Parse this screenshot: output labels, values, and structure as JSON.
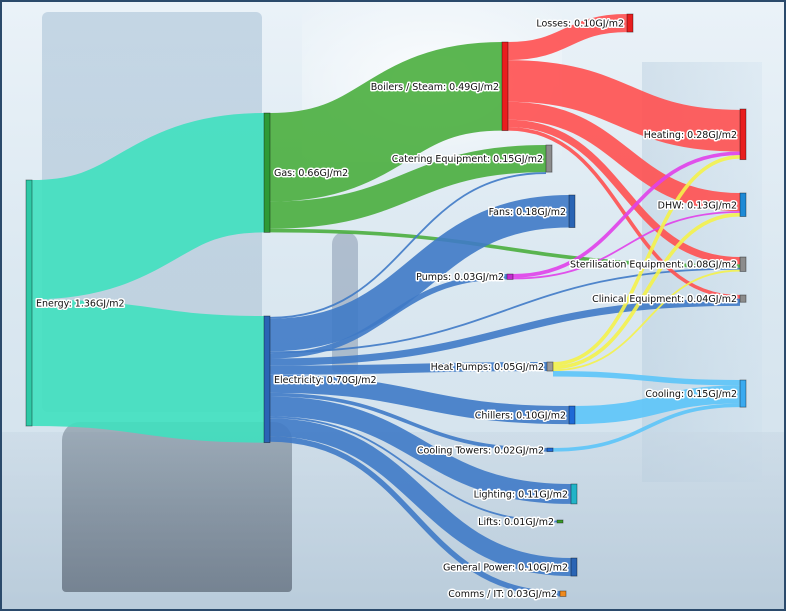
{
  "chart_data": {
    "type": "sankey",
    "unit": "GJ/m2",
    "nodes": [
      {
        "id": "energy",
        "name": "Energy",
        "value": 1.36,
        "label": "Energy: 1.36GJ/m2",
        "color": "#2ec9a6"
      },
      {
        "id": "gas",
        "name": "Gas",
        "value": 0.66,
        "label": "Gas: 0.66GJ/m2",
        "color": "#2e9a36"
      },
      {
        "id": "electricity",
        "name": "Electricity",
        "value": 0.7,
        "label": "Electricity: 0.70GJ/m2",
        "color": "#2a64b4"
      },
      {
        "id": "boilers",
        "name": "Boilers / Steam",
        "value": 0.49,
        "label": "Boilers / Steam: 0.49GJ/m2",
        "color": "#e81e1e"
      },
      {
        "id": "catering",
        "name": "Catering Equipment",
        "value": 0.15,
        "label": "Catering Equipment: 0.15GJ/m2",
        "color": "#8c8c8c"
      },
      {
        "id": "fans",
        "name": "Fans",
        "value": 0.18,
        "label": "Fans: 0.18GJ/m2",
        "color": "#2a64b4"
      },
      {
        "id": "pumps",
        "name": "Pumps",
        "value": 0.03,
        "label": "Pumps: 0.03GJ/m2",
        "color": "#c42ad0"
      },
      {
        "id": "heatpumps",
        "name": "Heat Pumps",
        "value": 0.05,
        "label": "Heat Pumps: 0.05GJ/m2",
        "color": "#9a9a9a"
      },
      {
        "id": "chillers",
        "name": "Chillers",
        "value": 0.1,
        "label": "Chillers: 0.10GJ/m2",
        "color": "#1e6ad6"
      },
      {
        "id": "coolingtowers",
        "name": "Cooling Towers",
        "value": 0.02,
        "label": "Cooling Towers: 0.02GJ/m2",
        "color": "#1e6ad6"
      },
      {
        "id": "lighting",
        "name": "Lighting",
        "value": 0.11,
        "label": "Lighting: 0.11GJ/m2",
        "color": "#22b4c8"
      },
      {
        "id": "lifts",
        "name": "Lifts",
        "value": 0.01,
        "label": "Lifts: 0.01GJ/m2",
        "color": "#3a9a2a"
      },
      {
        "id": "generalpower",
        "name": "General Power",
        "value": 0.1,
        "label": "General Power: 0.10GJ/m2",
        "color": "#2a64b4"
      },
      {
        "id": "comms",
        "name": "Comms / IT",
        "value": 0.03,
        "label": "Comms / IT: 0.03GJ/m2",
        "color": "#f08a1e"
      },
      {
        "id": "losses",
        "name": "Losses",
        "value": 0.1,
        "label": "Losses: 0.10GJ/m2",
        "color": "#e81e1e"
      },
      {
        "id": "heating",
        "name": "Heating",
        "value": 0.28,
        "label": "Heating: 0.28GJ/m2",
        "color": "#e81e1e"
      },
      {
        "id": "dhw",
        "name": "DHW",
        "value": 0.13,
        "label": "DHW: 0.13GJ/m2",
        "color": "#1e8ad6"
      },
      {
        "id": "sterilisation",
        "name": "Sterilisation Equipment",
        "value": 0.08,
        "label": "Sterilisation Equipment: 0.08GJ/m2",
        "color": "#8c8c8c"
      },
      {
        "id": "clinical",
        "name": "Clinical Equipment",
        "value": 0.04,
        "label": "Clinical Equipment: 0.04GJ/m2",
        "color": "#8c8c8c"
      },
      {
        "id": "cooling",
        "name": "Cooling",
        "value": 0.15,
        "label": "Cooling: 0.15GJ/m2",
        "color": "#3aaaf0"
      }
    ],
    "links": [
      {
        "source": "energy",
        "target": "gas",
        "value": 0.66,
        "color": "#3fe0bf"
      },
      {
        "source": "energy",
        "target": "electricity",
        "value": 0.7,
        "color": "#3fe0bf"
      },
      {
        "source": "gas",
        "target": "boilers",
        "value": 0.49,
        "color": "#4aae3e"
      },
      {
        "source": "gas",
        "target": "catering",
        "value": 0.15,
        "color": "#4aae3e"
      },
      {
        "source": "gas",
        "target": "sterilisation",
        "value": 0.02,
        "color": "#4aae3e"
      },
      {
        "source": "electricity",
        "target": "fans",
        "value": 0.18,
        "color": "#3f7ac6"
      },
      {
        "source": "electricity",
        "target": "pumps",
        "value": 0.03,
        "color": "#3f7ac6"
      },
      {
        "source": "electricity",
        "target": "catering",
        "value": 0.01,
        "color": "#3f7ac6"
      },
      {
        "source": "electricity",
        "target": "sterilisation",
        "value": 0.01,
        "color": "#3f7ac6"
      },
      {
        "source": "electricity",
        "target": "clinical",
        "value": 0.04,
        "color": "#3f7ac6"
      },
      {
        "source": "electricity",
        "target": "heatpumps",
        "value": 0.05,
        "color": "#3f7ac6"
      },
      {
        "source": "electricity",
        "target": "chillers",
        "value": 0.1,
        "color": "#3f7ac6"
      },
      {
        "source": "electricity",
        "target": "coolingtowers",
        "value": 0.02,
        "color": "#3f7ac6"
      },
      {
        "source": "electricity",
        "target": "lighting",
        "value": 0.11,
        "color": "#3f7ac6"
      },
      {
        "source": "electricity",
        "target": "lifts",
        "value": 0.01,
        "color": "#3f7ac6"
      },
      {
        "source": "electricity",
        "target": "generalpower",
        "value": 0.1,
        "color": "#3f7ac6"
      },
      {
        "source": "electricity",
        "target": "comms",
        "value": 0.03,
        "color": "#3f7ac6"
      },
      {
        "source": "boilers",
        "target": "losses",
        "value": 0.1,
        "color": "#ff5050"
      },
      {
        "source": "boilers",
        "target": "heating",
        "value": 0.23,
        "color": "#ff5050"
      },
      {
        "source": "boilers",
        "target": "dhw",
        "value": 0.1,
        "color": "#ff5050"
      },
      {
        "source": "boilers",
        "target": "sterilisation",
        "value": 0.04,
        "color": "#ff5050"
      },
      {
        "source": "boilers",
        "target": "clinical",
        "value": 0.02,
        "color": "#ff5050"
      },
      {
        "source": "pumps",
        "target": "heating",
        "value": 0.02,
        "color": "#e040ea"
      },
      {
        "source": "pumps",
        "target": "dhw",
        "value": 0.01,
        "color": "#e040ea"
      },
      {
        "source": "heatpumps",
        "target": "heating",
        "value": 0.02,
        "color": "#f4f24a"
      },
      {
        "source": "heatpumps",
        "target": "dhw",
        "value": 0.02,
        "color": "#f4f24a"
      },
      {
        "source": "heatpumps",
        "target": "sterilisation",
        "value": 0.01,
        "color": "#f4f24a"
      },
      {
        "source": "chillers",
        "target": "cooling",
        "value": 0.1,
        "color": "#5cc4f8"
      },
      {
        "source": "coolingtowers",
        "target": "cooling",
        "value": 0.02,
        "color": "#5cc4f8"
      },
      {
        "source": "heatpumps",
        "target": "cooling",
        "value": 0.03,
        "color": "#5cc4f8"
      }
    ]
  }
}
